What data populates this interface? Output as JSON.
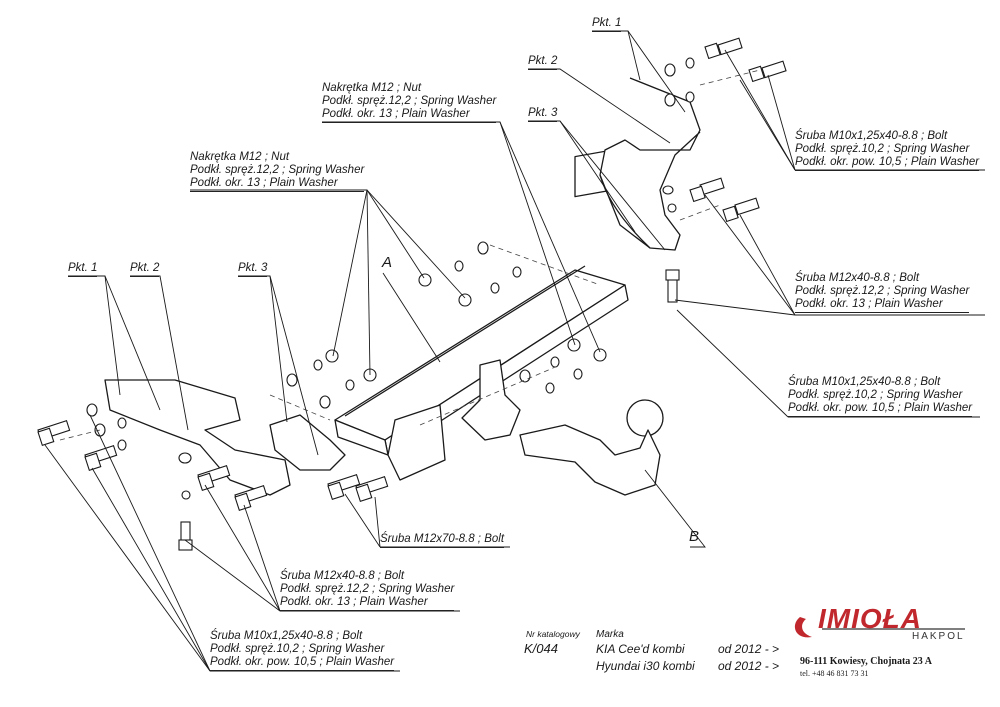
{
  "labels": {
    "pkt1_top": "Pkt. 1",
    "pkt2_top": "Pkt. 2",
    "pkt3_top": "Pkt. 3",
    "pkt1_left": "Pkt. 1",
    "pkt2_left": "Pkt. 2",
    "pkt3_left": "Pkt. 3",
    "part_a": "A",
    "part_b": "B"
  },
  "callouts": {
    "nut_top": [
      "Nakrętka  M12 ; Nut",
      "Podkł. spręż.12,2 ; Spring Washer",
      "Podkł. okr. 13 ; Plain Washer"
    ],
    "nut_left": [
      "Nakrętka  M12 ; Nut",
      "Podkł. spręż.12,2 ; Spring Washer",
      "Podkł. okr. 13 ; Plain Washer"
    ],
    "bolt_m10_top_right": [
      "Śruba M10x1,25x40-8.8 ;  Bolt",
      "Podkł. spręż.10,2 ; Spring Washer",
      "Podkł. okr. pow. 10,5 ; Plain Washer"
    ],
    "bolt_m12_right": [
      "Śruba M12x40-8.8 ;  Bolt",
      "Podkł. spręż.12,2 ; Spring Washer",
      "Podkł. okr. 13 ; Plain Washer"
    ],
    "bolt_m10_mid_right": [
      "Śruba M10x1,25x40-8.8 ;  Bolt",
      "Podkł. spręż.10,2 ; Spring Washer",
      "Podkł. okr. pow. 10,5 ; Plain Washer"
    ],
    "bolt_m12x70": "Śruba M12x70-8.8 ;  Bolt",
    "bolt_m12_bottom": [
      "Śruba M12x40-8.8 ;  Bolt",
      "Podkł. spręż.12,2 ; Spring Washer",
      "Podkł. okr. 13 ; Plain Washer"
    ],
    "bolt_m10_bottom": [
      "Śruba M10x1,25x40-8.8 ;  Bolt",
      "Podkł. spręż.10,2 ; Spring Washer",
      "Podkł. okr. pow. 10,5 ; Plain Washer"
    ]
  },
  "catalog": {
    "nr_label": "Nr katalogowy",
    "marka_label": "Marka",
    "number": "K/044",
    "rows": [
      {
        "model": "KIA Cee'd kombi",
        "year": "od 2012 - >"
      },
      {
        "model": "Hyundai i30 kombi",
        "year": "od 2012 - >"
      }
    ]
  },
  "brand": {
    "name": "IMIOŁA",
    "sub": "HAKPOL",
    "address": "96-111 Kowiesy, Chojnata 23 A",
    "phone": "tel. +48 46 831 73 31",
    "accent": "#c0282d",
    "dark": "#333333"
  }
}
